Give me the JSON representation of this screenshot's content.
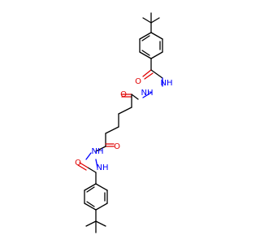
{
  "colors": {
    "carbon": "#000000",
    "oxygen": "#e00000",
    "nitrogen": "#0000ff",
    "background": "#ffffff"
  },
  "atoms": {
    "o_top": "O",
    "nh_top_a": "NH",
    "nh_top_b": "NH",
    "o_mid": "O",
    "o_mid2": "O",
    "nh_bot_a": "NH",
    "nh_bot_b": "NH",
    "o_bot": "O"
  }
}
